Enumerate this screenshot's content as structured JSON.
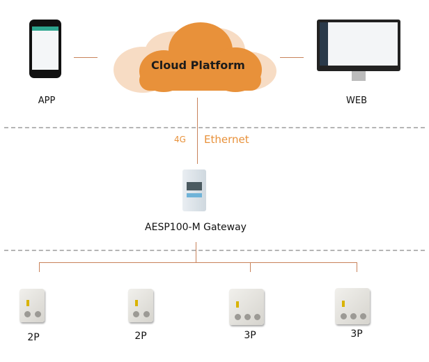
{
  "cloud": {
    "label": "Cloud Platform"
  },
  "clients": {
    "app_label": "APP",
    "web_label": "WEB"
  },
  "uplink": {
    "cellular_label": "4G",
    "ethernet_label": "Ethernet"
  },
  "gateway": {
    "label": "AESP100-M Gateway"
  },
  "devices": [
    {
      "label": "2P"
    },
    {
      "label": "2P"
    },
    {
      "label": "3P"
    },
    {
      "label": "3P"
    }
  ],
  "colors": {
    "cloud_main": "#e8913a",
    "cloud_back": "#f7dcc4",
    "connector": "#c8825a",
    "uplink_text": "#e8913a",
    "divider": "#b5b5b5"
  }
}
